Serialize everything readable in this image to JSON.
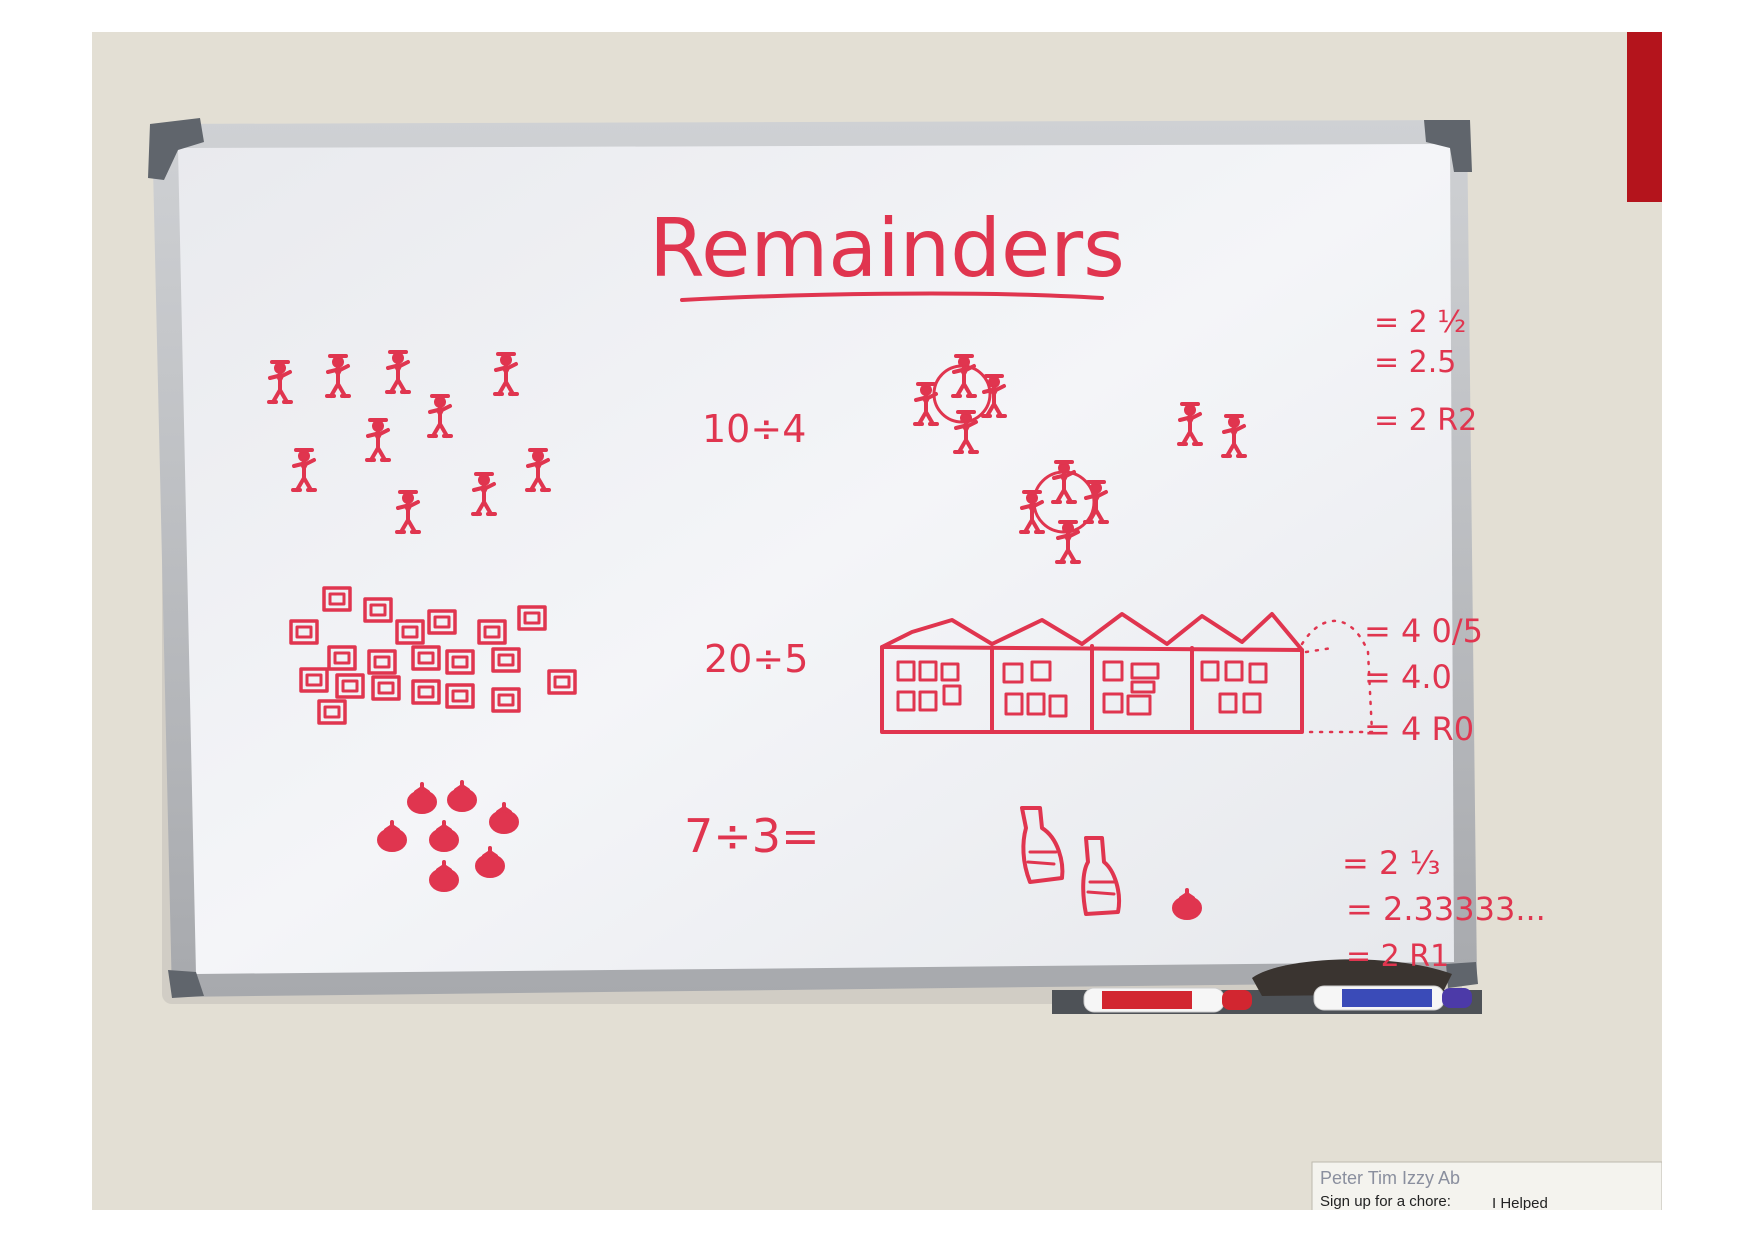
{
  "whiteboard": {
    "title": "Remainders",
    "problems": [
      {
        "expression": "10÷4",
        "results": [
          "= 2 ½",
          "= 2.5",
          "= 2 R2"
        ]
      },
      {
        "expression": "20÷5",
        "results": [
          "= 4 0/5",
          "= 4.0",
          "= 4 R0"
        ]
      },
      {
        "expression": "7÷3=",
        "results": [
          "= 2 ⅓",
          "= 2.33333...",
          "= 2 R1"
        ]
      }
    ]
  },
  "note": {
    "names": "Peter Tim Izzy Ab",
    "line": "Sign up for a chore:",
    "cell": "I Helped"
  },
  "colors": {
    "marker_red": "#e0354f",
    "board": "#f1f2f5",
    "frame": "#b7b9bd",
    "wall": "#e4e0d6"
  }
}
